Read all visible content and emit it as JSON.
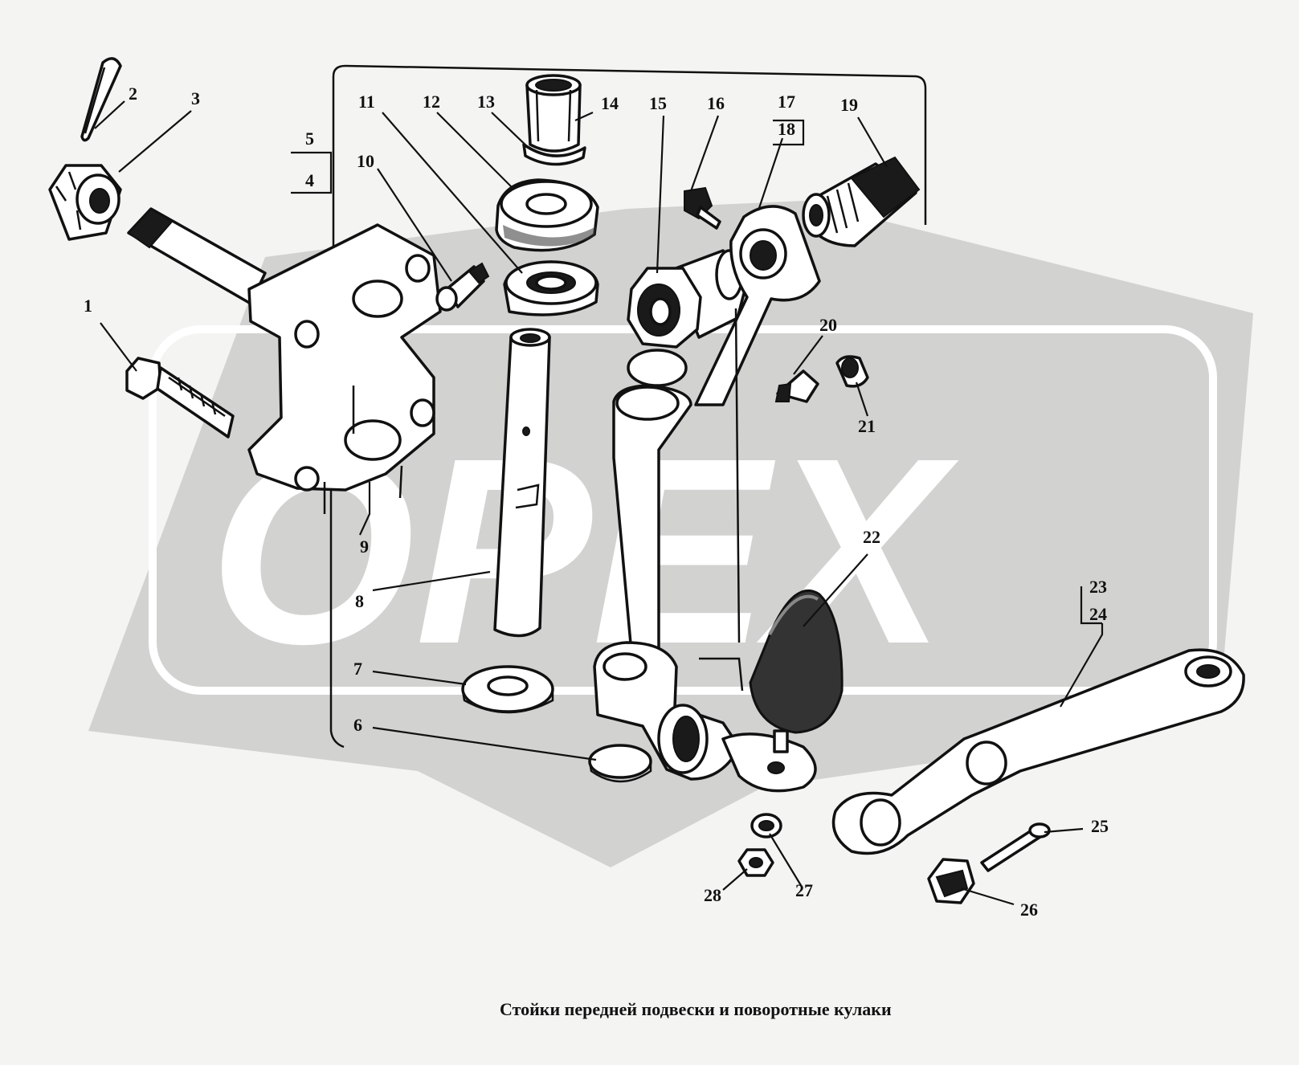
{
  "caption": "Стойки передней подвески и поворотные кулаки",
  "watermark": "OPEX",
  "colors": {
    "background": "#f4f4f2",
    "watermark_band": "#d2d2d0",
    "ink": "#111111"
  },
  "callouts": {
    "n1": "1",
    "n2": "2",
    "n3": "3",
    "n4": "4",
    "n5": "5",
    "n6": "6",
    "n7": "7",
    "n8": "8",
    "n9": "9",
    "n10": "10",
    "n11": "11",
    "n12": "12",
    "n13": "13",
    "n14": "14",
    "n15": "15",
    "n16": "16",
    "n17": "17",
    "n18": "18",
    "n19": "19",
    "n20": "20",
    "n21": "21",
    "n22": "22",
    "n23": "23",
    "n24": "24",
    "n25": "25",
    "n26": "26",
    "n27": "27",
    "n28": "28"
  }
}
